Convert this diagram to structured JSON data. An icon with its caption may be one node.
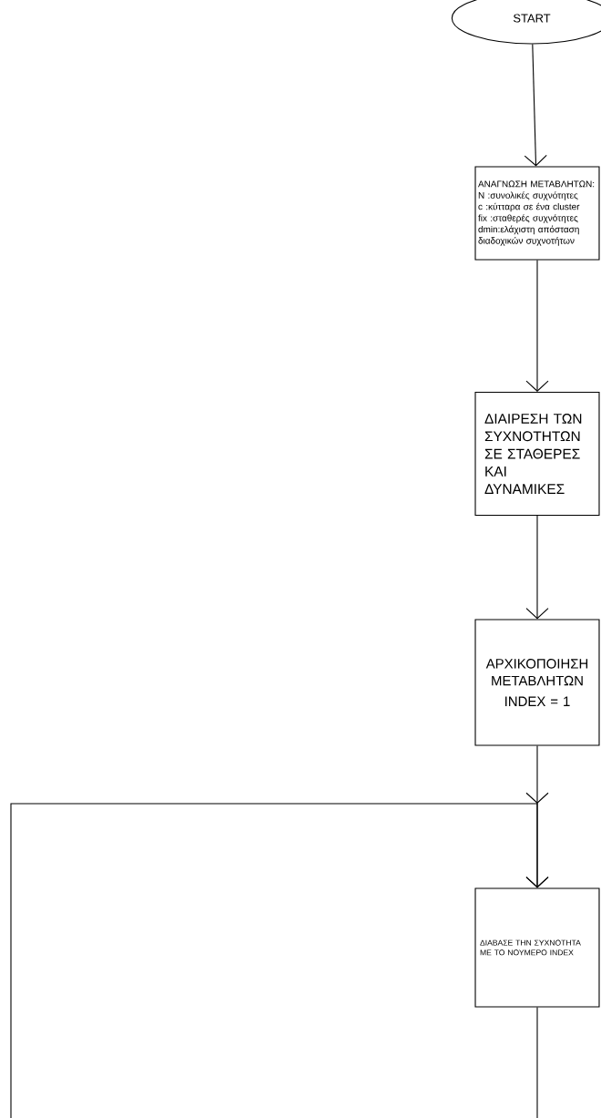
{
  "diagram": {
    "nodes": [
      {
        "text": [
          "START"
        ]
      },
      {
        "text": [
          "ΑΝΑΓΝΩΣΗ ΜΕΤΑΒΛΗΤΩΝ:",
          "N :συνολικές  συχνότητες",
          "c :κύτταρα σε ένα cluster",
          "fix :σταθερές συχνότητες",
          "dmin:ελάχιστη απόσταση διαδοχικών συχνοτήτων"
        ]
      },
      {
        "text": [
          "ΔΙΑΙΡΕΣΗ ΤΩΝ ΣΥΧΝΟΤΗΤΩΝ ΣΕ ΣΤΑΘΕΡΕΣ ΚΑΙ ΔΥΝΑΜΙΚΕΣ"
        ]
      },
      {
        "text": [
          "ΑΡΧΙΚΟΠΟΙΗΣΗ ΜΕΤΑΒΛΗΤΩΝ",
          "INDEX = 1"
        ]
      },
      {
        "text": [
          "ΔΙΑΒΑΣΕ ΤΗΝ ΣΥΧΝΟΤΗΤΑ ΜΕ ΤΟ ΝΟΥΜΕΡΟ INDEX"
        ]
      }
    ],
    "edges": [
      {
        "from": 0,
        "to": 1,
        "arrow": "to"
      },
      {
        "from": 1,
        "to": 2,
        "arrow": "to"
      },
      {
        "from": 2,
        "to": 3,
        "arrow": "to"
      },
      {
        "from": 3,
        "to": 4,
        "arrow": "to"
      },
      {
        "from": null,
        "to": 4,
        "arrow": "to"
      },
      {
        "from": 4,
        "to": null,
        "arrow": "none"
      }
    ]
  }
}
